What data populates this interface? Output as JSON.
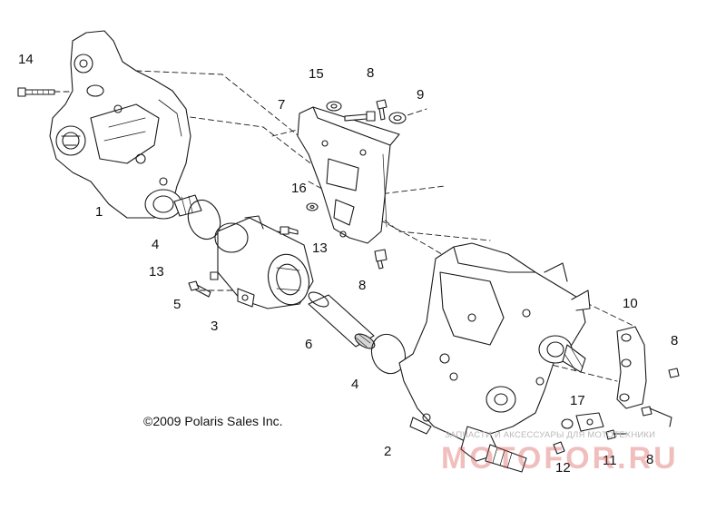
{
  "copyright": "©2009 Polaris Sales Inc.",
  "watermark": {
    "text": "ЗАПЧАСТИ И АКСЕССУАРЫ ДЛЯ МОТОТЕХНИКИ",
    "logo": "MOTOFOR.RU"
  },
  "callouts": {
    "c1": "1",
    "c2": "2",
    "c3": "3",
    "c4a": "4",
    "c4b": "4",
    "c5": "5",
    "c6": "6",
    "c7": "7",
    "c8a": "8",
    "c8b": "8",
    "c8c": "8",
    "c8d": "8",
    "c9": "9",
    "c10": "10",
    "c11": "11",
    "c12": "12",
    "c13a": "13",
    "c13b": "13",
    "c14": "14",
    "c15": "15",
    "c16": "16",
    "c17": "17"
  },
  "colors": {
    "line": "#1a1a1a",
    "fill": "#ffffff",
    "shade": "#d6d6d6"
  }
}
